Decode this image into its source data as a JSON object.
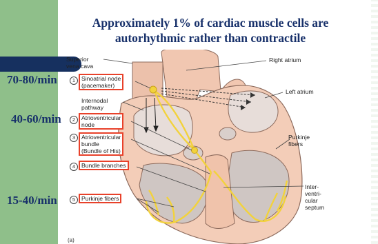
{
  "title_line1": "Approximately 1% of cardiac muscle cells are",
  "title_line2": "autorhythmic rather than contractile",
  "rates": [
    "70-80/min",
    "40-60/min",
    "15-40/min"
  ],
  "labels": {
    "superior_vena_cava_1": "Superior",
    "superior_vena_cava_2": "vena cava",
    "right_atrium": "Right atrium",
    "left_atrium": "Left atrium",
    "purkinje_fibers_right_1": "Purkinje",
    "purkinje_fibers_right_2": "fibers",
    "interventricular_septum_1": "Inter-",
    "interventricular_septum_2": "ventri-",
    "interventricular_septum_3": "cular",
    "interventricular_septum_4": "septum",
    "internodal_1": "Internodal",
    "internodal_2": "pathway",
    "caption": "(a)"
  },
  "numbered": [
    {
      "num": "1",
      "line1": "Sinoatrial node",
      "line2": "(pacemaker)"
    },
    {
      "num": "2",
      "line1": "Atrioventricular",
      "line2": "node"
    },
    {
      "num": "3",
      "line1": "Atrioventricular",
      "line2": "bundle",
      "line3": "(Bundle of His)"
    },
    {
      "num": "4",
      "line1": "Bundle branches"
    },
    {
      "num": "5",
      "line1": "Purkinje fibers"
    }
  ],
  "colors": {
    "title": "#17306a",
    "highlight_box": "#e8412a",
    "conduction": "#f2d23c",
    "heart_fill": "#f3cdb8",
    "heart_dark": "#c79a86",
    "navy": "#16305f",
    "green": "#8fbf8a"
  }
}
